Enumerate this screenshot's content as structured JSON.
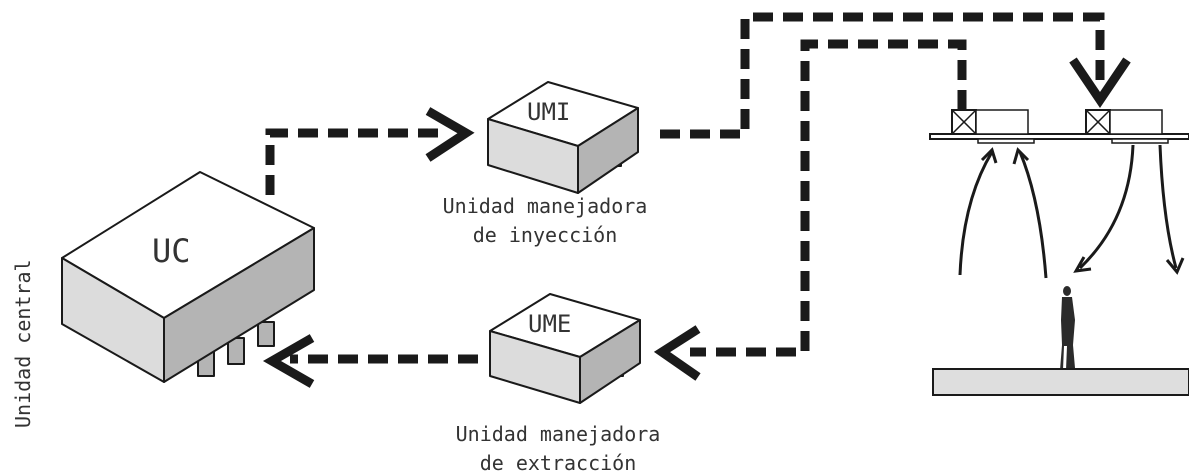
{
  "units": {
    "central": {
      "label": "UC",
      "caption": "Unidad central"
    },
    "injection": {
      "label": "UMI",
      "caption_line1": "Unidad manejadora",
      "caption_line2": "de inyección"
    },
    "extraction": {
      "label": "UME",
      "caption_line1": "Unidad manejadora",
      "caption_line2": "de extracción"
    }
  },
  "colors": {
    "line": "#1a1a1a",
    "box_top": "#ffffff",
    "box_front": "#dcdcdc",
    "box_side": "#b4b4b4",
    "floor": "#dedede"
  }
}
